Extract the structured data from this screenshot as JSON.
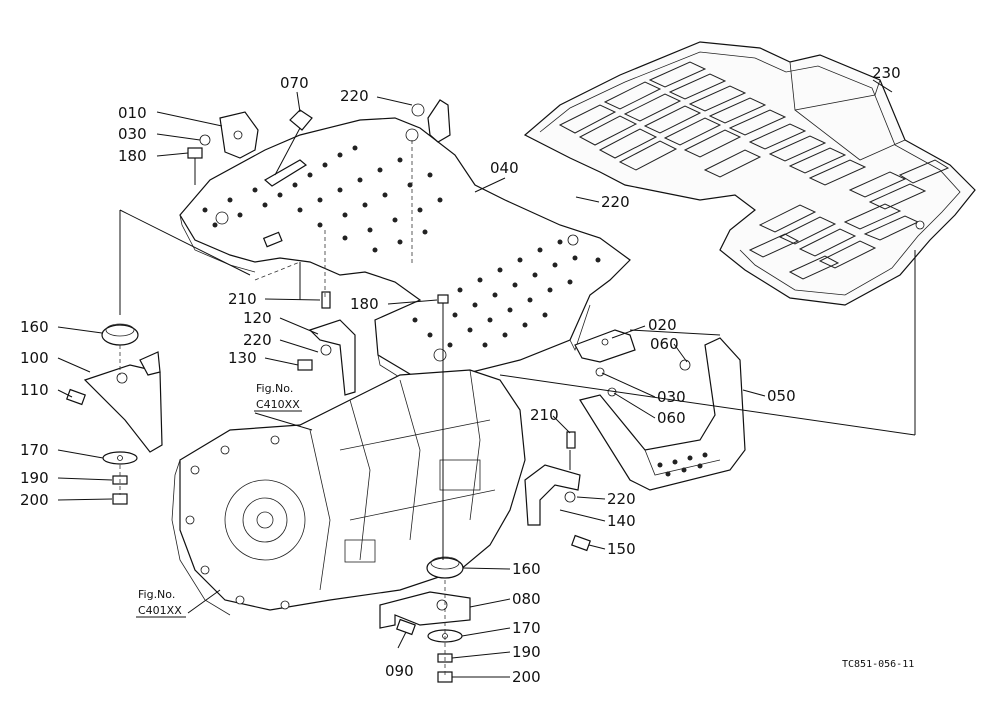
{
  "callouts": {
    "p010": "010",
    "p030a": "030",
    "p180a": "180",
    "p070": "070",
    "p220a": "220",
    "p230": "230",
    "p040": "040",
    "p220b": "220",
    "p210a": "210",
    "p120": "120",
    "p220c": "220",
    "p130": "130",
    "p180b": "180",
    "p160a": "160",
    "p100": "100",
    "p110": "110",
    "p170a": "170",
    "p190a": "190",
    "p200a": "200",
    "p020": "020",
    "p060a": "060",
    "p030b": "030",
    "p060b": "060",
    "p050": "050",
    "p210b": "210",
    "p220d": "220",
    "p140": "140",
    "p150": "150",
    "p160b": "160",
    "p080": "080",
    "p170b": "170",
    "p090": "090",
    "p190b": "190",
    "p200b": "200"
  },
  "figure_refs": {
    "c410_line1": "Fig.No.",
    "c410_line2": "C410XX",
    "c401_line1": "Fig.No.",
    "c401_line2": "C401XX"
  },
  "drawing_code": "TC851-056-11"
}
